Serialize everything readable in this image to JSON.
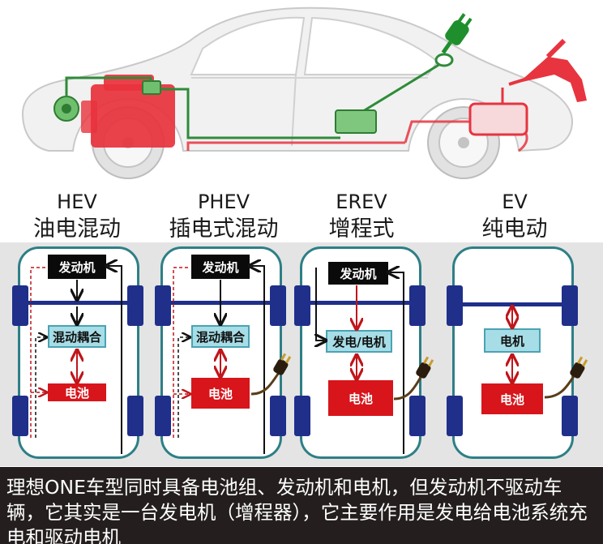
{
  "colors": {
    "engine_red": "#e8323c",
    "frame_teal": "#2e7f86",
    "wheel_blue": "#1f2f8a",
    "battery_red": "#d7151b",
    "coupling_blue": "#a7dde6",
    "fuel_pink": "#e7343f",
    "plug_green": "#1f8f2e",
    "caption_bg": "#241f1e"
  },
  "icons": {
    "green_plug": "plug-icon",
    "fuel_nozzle": "fuel-nozzle-icon",
    "black_plug": "plug-icon"
  },
  "types": [
    {
      "code": "HEV",
      "name": "油电混动"
    },
    {
      "code": "PHEV",
      "name": "插电式混动"
    },
    {
      "code": "EREV",
      "name": "增程式"
    },
    {
      "code": "EV",
      "name": "纯电动"
    }
  ],
  "diagrams": {
    "hev": {
      "engine": "发动机",
      "coupling": "混动耦合",
      "battery": "电池"
    },
    "phev": {
      "engine": "发动机",
      "coupling": "混动耦合",
      "battery": "电池"
    },
    "erev": {
      "engine": "发动机",
      "generator": "发电/电机",
      "battery": "电池"
    },
    "ev": {
      "motor": "电机",
      "battery": "电池"
    }
  },
  "caption": "理想ONE车型同时具备电池组、发动机和电机，但发动机不驱动车辆，它其实是一台发电机（增程器），它主要作用是发电给电池系统充电和驱动电机"
}
